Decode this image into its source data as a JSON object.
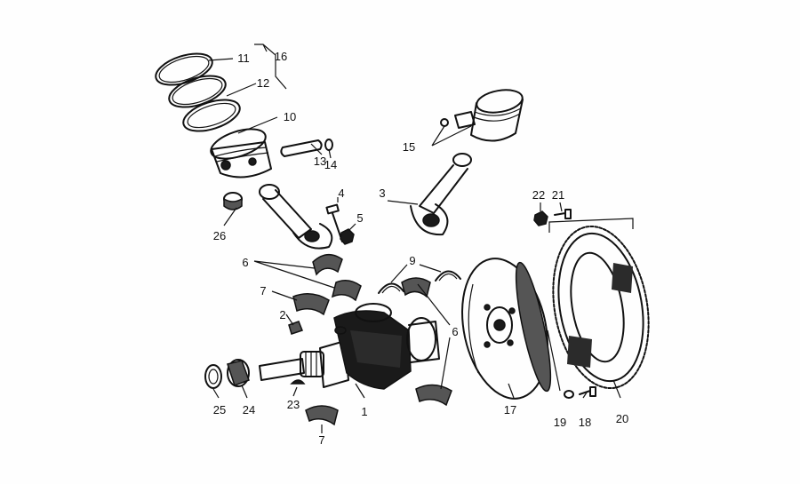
{
  "callouts": [
    {
      "id": "c1",
      "text": "1"
    },
    {
      "id": "c2",
      "text": "2"
    },
    {
      "id": "c3",
      "text": "3"
    },
    {
      "id": "c4",
      "text": "4"
    },
    {
      "id": "c5",
      "text": "5"
    },
    {
      "id": "c6a",
      "text": "6"
    },
    {
      "id": "c6b",
      "text": "6"
    },
    {
      "id": "c7a",
      "text": "7"
    },
    {
      "id": "c7b",
      "text": "7"
    },
    {
      "id": "c9",
      "text": "9"
    },
    {
      "id": "c10",
      "text": "10"
    },
    {
      "id": "c11",
      "text": "11"
    },
    {
      "id": "c12",
      "text": "12"
    },
    {
      "id": "c13",
      "text": "13"
    },
    {
      "id": "c14",
      "text": "14"
    },
    {
      "id": "c15",
      "text": "15"
    },
    {
      "id": "c16",
      "text": "16"
    },
    {
      "id": "c17",
      "text": "17"
    },
    {
      "id": "c18",
      "text": "18"
    },
    {
      "id": "c19",
      "text": "19"
    },
    {
      "id": "c20",
      "text": "20"
    },
    {
      "id": "c21",
      "text": "21"
    },
    {
      "id": "c22",
      "text": "22"
    },
    {
      "id": "c23",
      "text": "23"
    },
    {
      "id": "c24",
      "text": "24"
    },
    {
      "id": "c25",
      "text": "25"
    },
    {
      "id": "c26",
      "text": "26"
    }
  ]
}
